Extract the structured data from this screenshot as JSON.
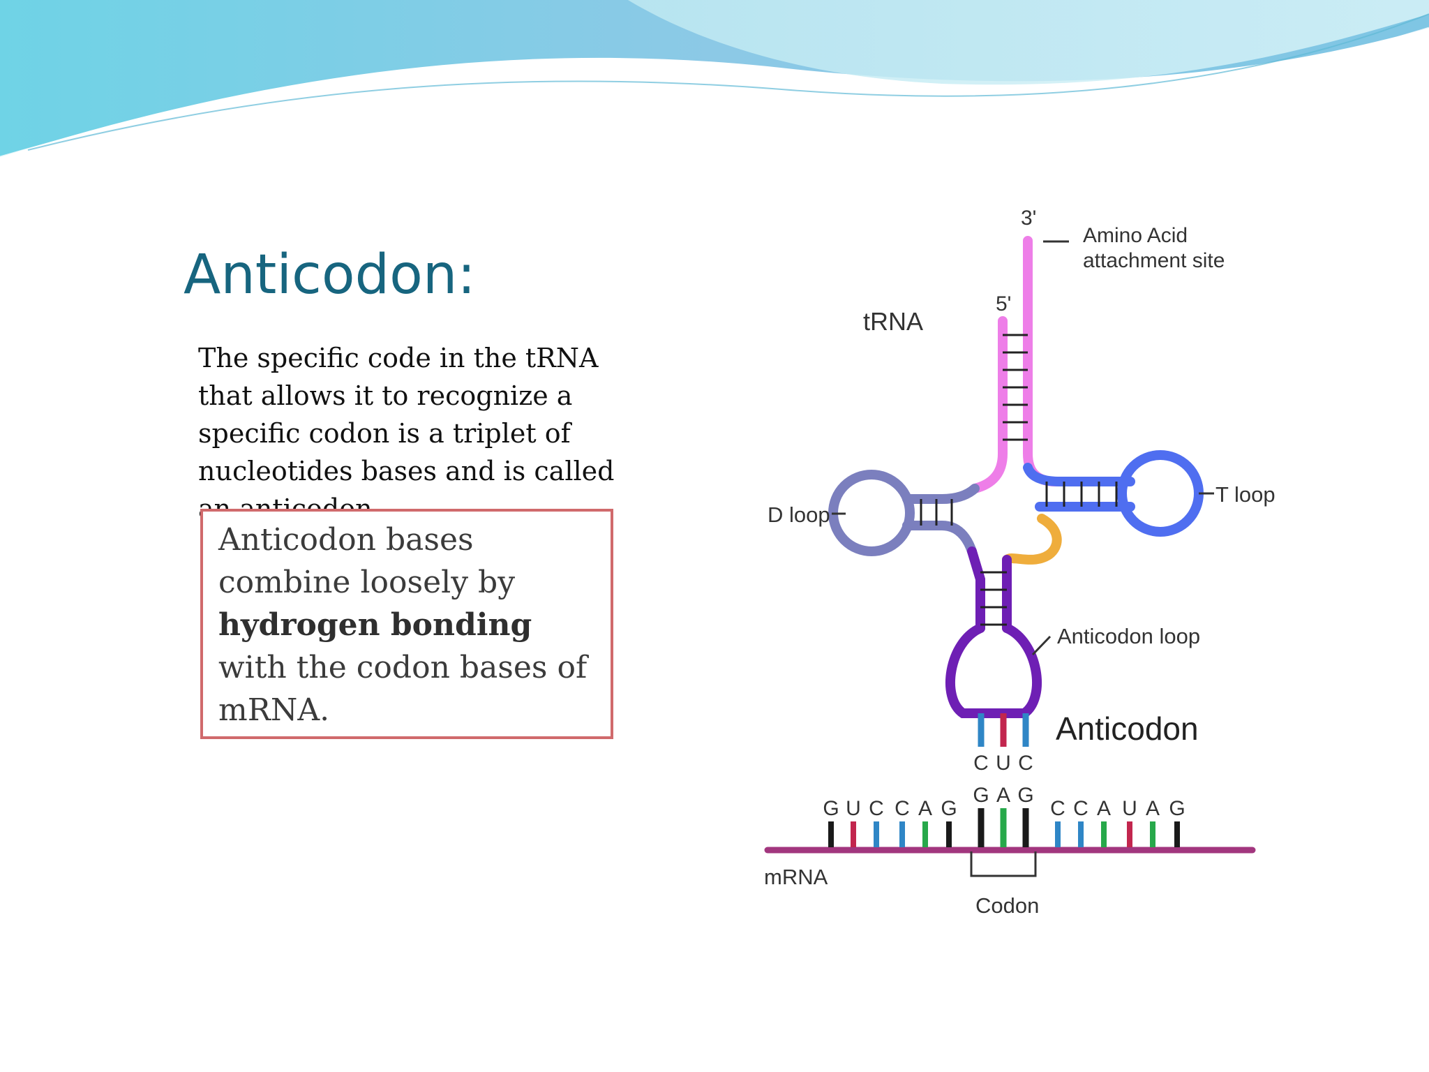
{
  "slide": {
    "title": "Anticodon:",
    "body_lines": [
      "The specific code in the tRNA",
      "that allows it to recognize a",
      "specific codon is a triplet of",
      "nucleotides bases and is called",
      "an anticodon."
    ],
    "note": {
      "line1": "Anticodon bases",
      "line2": "combine loosely by",
      "emphasis": "hydrogen bonding",
      "line4": "with the codon bases of",
      "line5": "mRNA."
    }
  },
  "diagram": {
    "labels": {
      "three_prime": "3'",
      "five_prime": "5'",
      "amino_acid_line1": "Amino Acid",
      "amino_acid_line2": "attachment site",
      "trna": "tRNA",
      "d_loop": "D loop",
      "t_loop": "T loop",
      "anticodon_loop": "Anticodon loop",
      "anticodon": "Anticodon",
      "mrna": "mRNA",
      "codon": "Codon"
    },
    "anticodon_bases": [
      "C",
      "U",
      "C"
    ],
    "codon_bases": [
      "G",
      "A",
      "G"
    ],
    "mrna_left_bases": [
      "G",
      "U",
      "C",
      "C",
      "A",
      "G"
    ],
    "mrna_right_bases": [
      "C",
      "C",
      "A",
      "U",
      "A",
      "G"
    ],
    "colors": {
      "title": "#17657f",
      "acceptor_stem": "#ee7ee8",
      "d_arm": "#7b7fbe",
      "t_arm": "#4f6ef0",
      "anticodon_arm": "#6e1fb4",
      "variable_loop": "#efad3c",
      "mrna_strand": "#a2367e",
      "base_G": "#1a1a1a",
      "base_U": "#c2264e",
      "base_C": "#2f86c6",
      "base_A": "#27a84a",
      "note_border": "#d06a6c"
    }
  }
}
